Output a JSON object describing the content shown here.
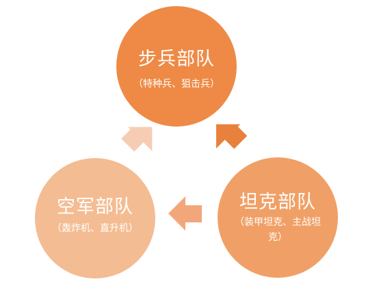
{
  "nodes": {
    "infantry": {
      "title": "步兵部队",
      "subtitle": "（特种兵、狙击兵）",
      "color": "#EE8A45"
    },
    "tank": {
      "title": "坦克部队",
      "subtitle": "（装甲坦克、主战坦克）",
      "color": "#F0A066"
    },
    "air": {
      "title": "空军部队",
      "subtitle": "（轰炸机、直升机）",
      "color": "#F4BC92"
    }
  },
  "arrows": {
    "infantry_to_tank": {
      "color": "#E8813B"
    },
    "tank_to_air": {
      "color": "#F2A77A"
    },
    "air_to_infantry": {
      "color": "#F6CDB4"
    }
  }
}
